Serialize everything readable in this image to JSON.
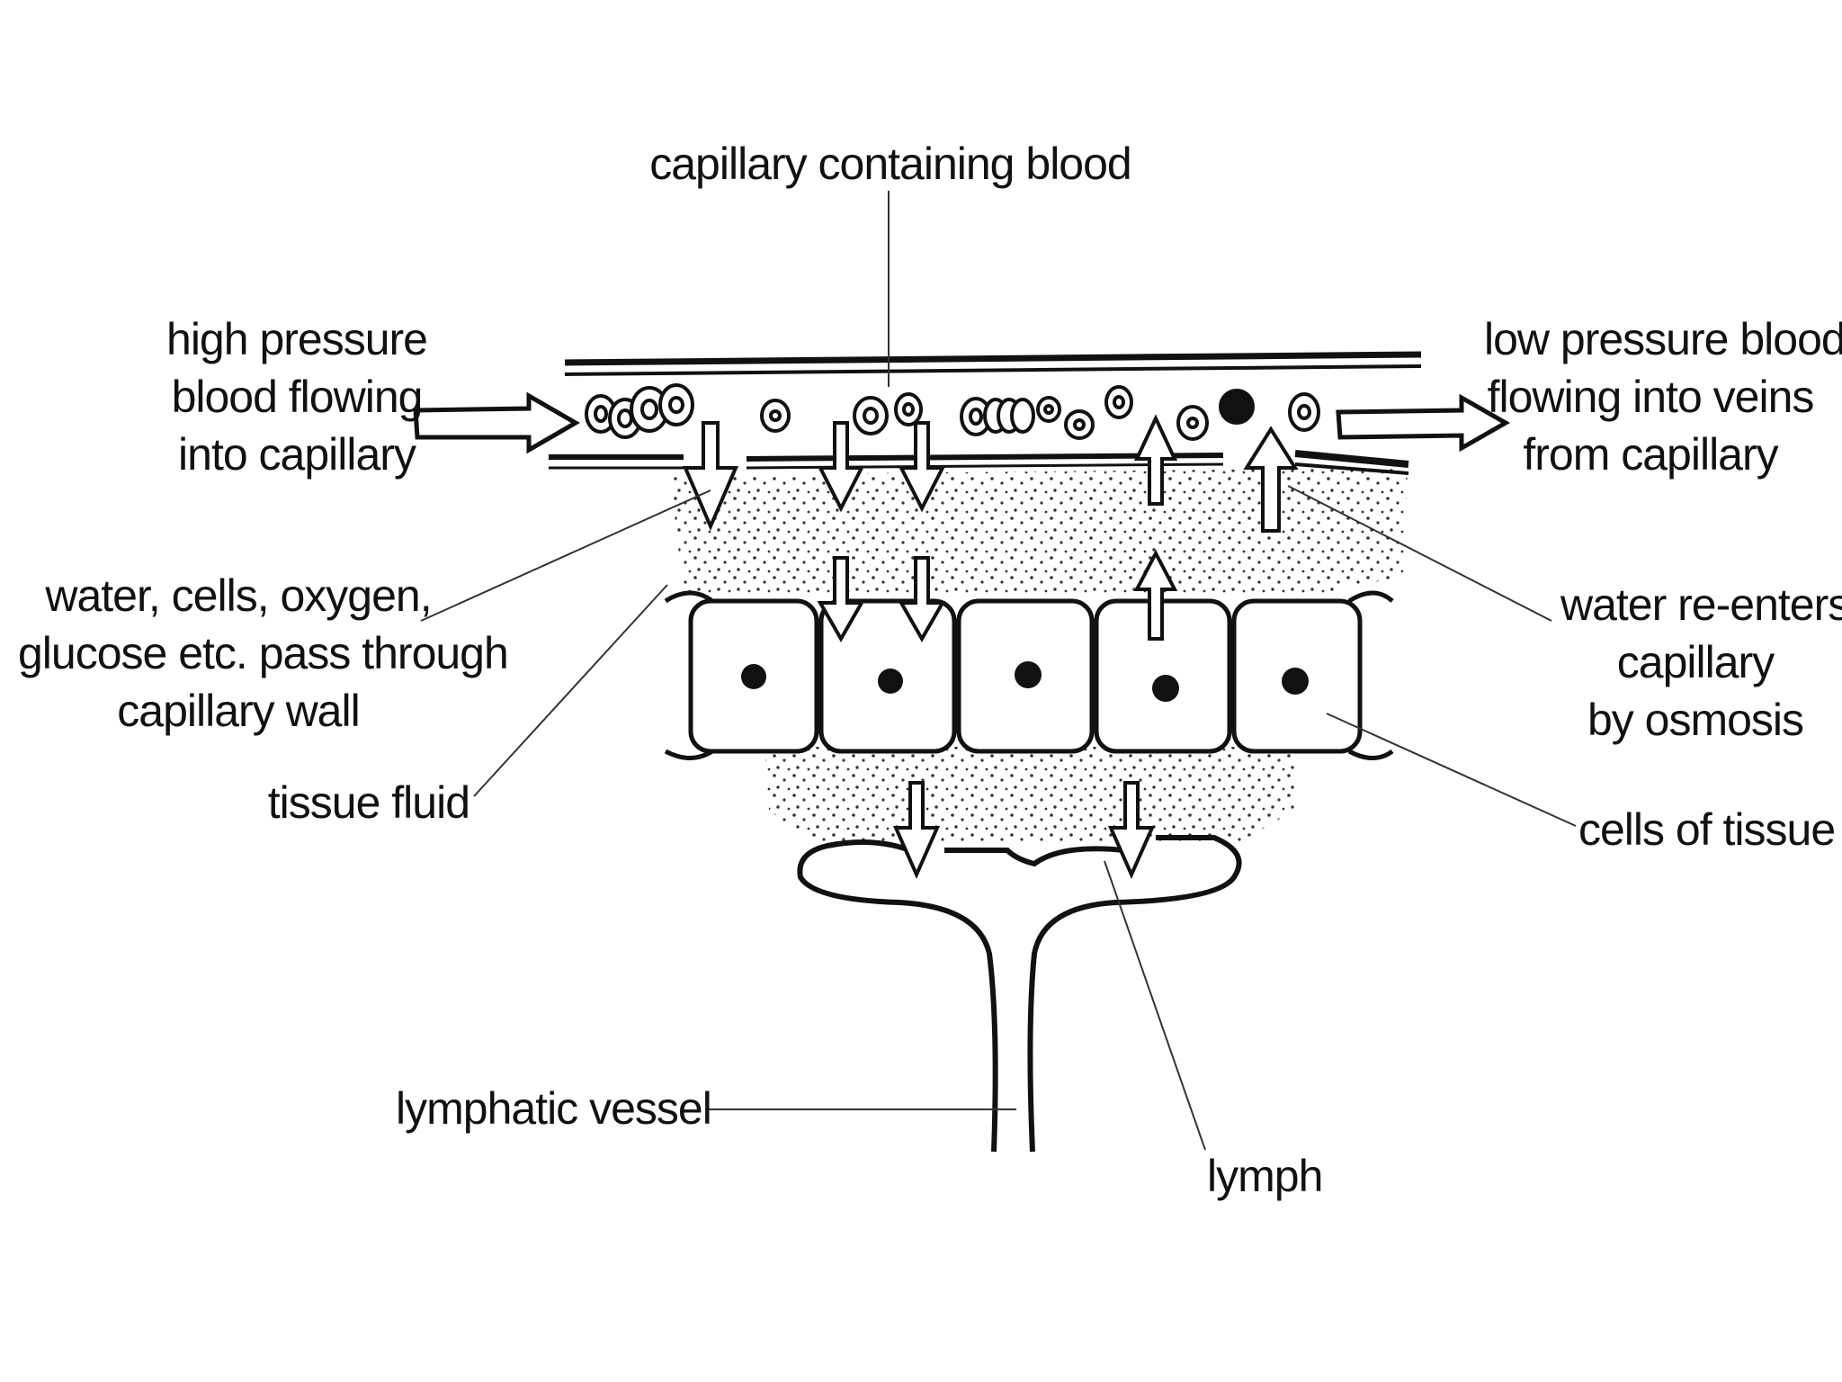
{
  "labels": {
    "capillary": "capillary containing blood",
    "high_pressure": [
      "high pressure",
      "blood flowing",
      "into capillary"
    ],
    "low_pressure": [
      "low pressure blood",
      "flowing into veins",
      "from capillary"
    ],
    "water_cells": [
      "water, cells, oxygen,",
      "glucose etc. pass through",
      "capillary wall"
    ],
    "water_reenters": [
      "water re-enters",
      "capillary",
      "by osmosis"
    ],
    "tissue_fluid": "tissue fluid",
    "cells_of_tissue": "cells of tissue",
    "lymphatic_vessel": "lymphatic vessel",
    "lymph": "lymph"
  },
  "colors": {
    "ink": "#111111",
    "background": "#ffffff"
  }
}
